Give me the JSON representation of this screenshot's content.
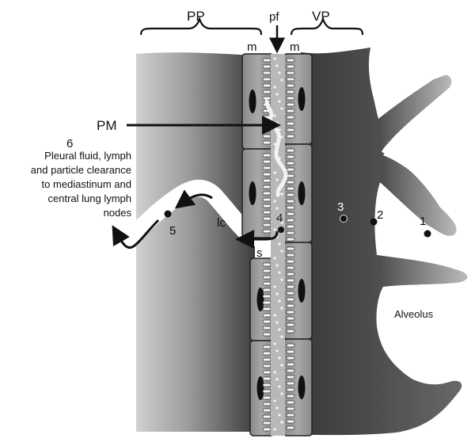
{
  "labels": {
    "parietal_pleura": "PP",
    "visceral_pleura": "VP",
    "pleural_fluid": "pf",
    "mesothelium_left": "m",
    "mesothelium_right": "m",
    "pleural_macrophage": "PM",
    "stoma": "s",
    "lymphatic_channel": "lc",
    "alveolus": "Alveolus",
    "num1": "1",
    "num2": "2",
    "num3": "3",
    "num4": "4",
    "num5": "5",
    "num6": "6"
  },
  "clearance_note": [
    "Pleural fluid, lymph",
    "and particle clearance",
    "to mediastinum and",
    "central lung lymph",
    "nodes"
  ]
}
